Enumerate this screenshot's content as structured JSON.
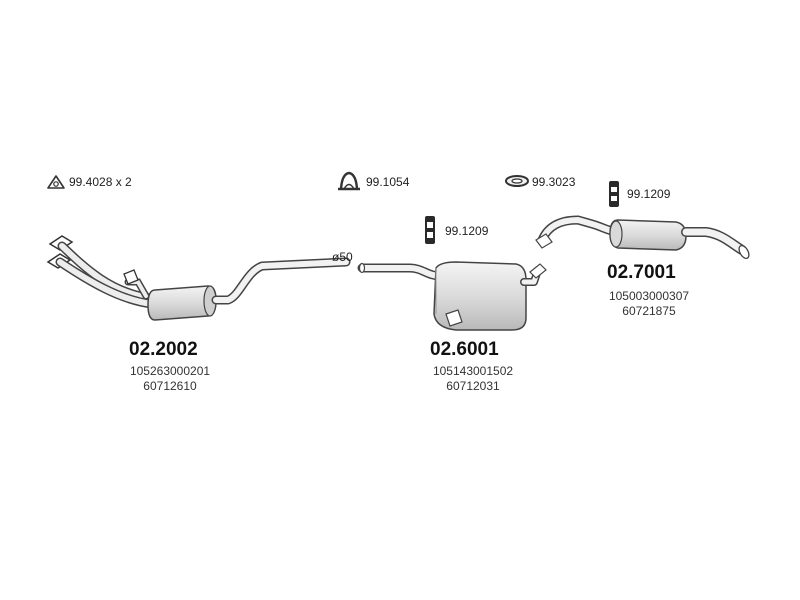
{
  "accessories": [
    {
      "code": "99.4028 x 2",
      "icon": "triangle-gasket-icon"
    },
    {
      "code": "99.1054",
      "icon": "u-clamp-icon"
    },
    {
      "code": "99.3023",
      "icon": "oval-ring-icon"
    },
    {
      "code": "99.1209",
      "icon": "rubber-hanger-icon"
    },
    {
      "code": "99.1209",
      "icon": "rubber-hanger-icon"
    }
  ],
  "pipe_diameter": "ø50",
  "parts": [
    {
      "number": "02.2002",
      "refs": [
        "105263000201",
        "60712610"
      ]
    },
    {
      "number": "02.6001",
      "refs": [
        "105143001502",
        "60712031"
      ]
    },
    {
      "number": "02.7001",
      "refs": [
        "105003000307",
        "60721875"
      ]
    }
  ],
  "colors": {
    "line": "#444444",
    "body_fill": "#e2e2e2",
    "shade": "#bdbdbd"
  }
}
